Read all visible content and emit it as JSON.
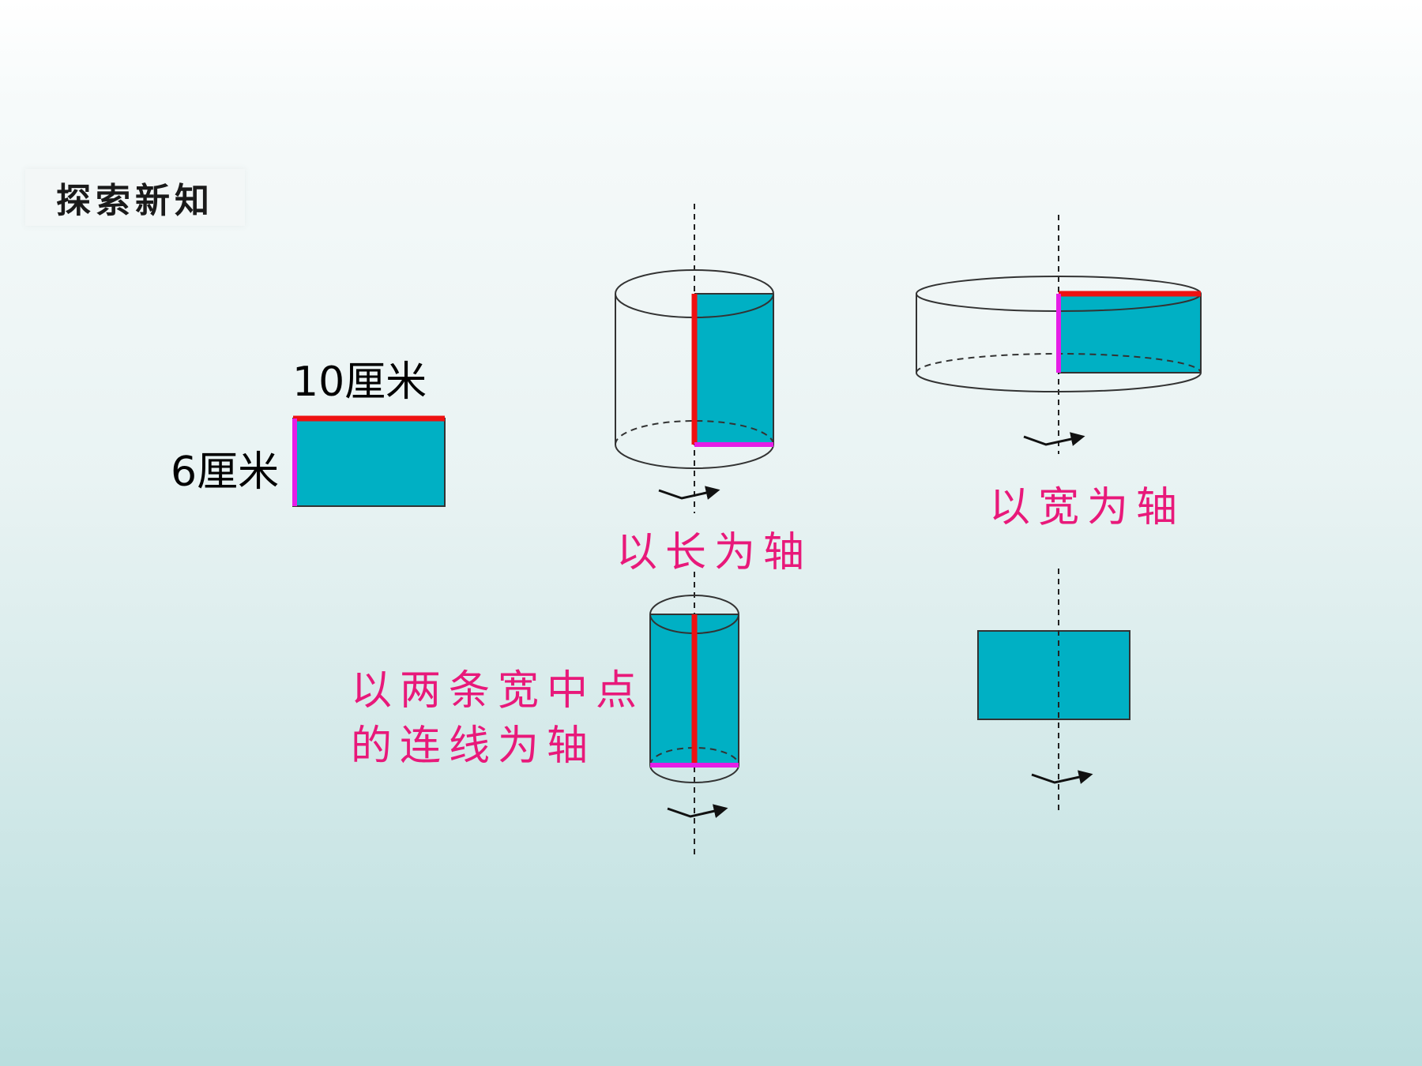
{
  "slide": {
    "title": "探索新知"
  },
  "source_rectangle": {
    "length_label": "10厘米",
    "width_label": "6厘米"
  },
  "cases": [
    {
      "caption": "以长为轴"
    },
    {
      "caption": "以宽为轴"
    },
    {
      "caption_line1": "以两条宽中点",
      "caption_line2": "的连线为轴"
    }
  ],
  "colors": {
    "fill": "#00b0c4",
    "length_edge": "#ee1111",
    "width_edge": "#e61ee6",
    "caption": "#e8197a",
    "axis": "#222222"
  }
}
